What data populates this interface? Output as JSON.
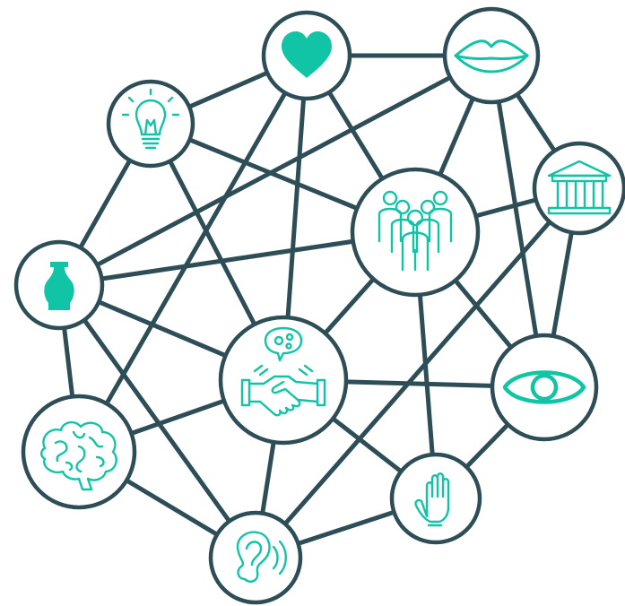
{
  "nodes": [
    {
      "id": "heart",
      "icon": "heart-icon"
    },
    {
      "id": "lips",
      "icon": "lips-icon"
    },
    {
      "id": "bulb",
      "icon": "lightbulb-icon"
    },
    {
      "id": "temple",
      "icon": "temple-icon"
    },
    {
      "id": "people",
      "icon": "people-group-icon"
    },
    {
      "id": "vase",
      "icon": "vase-icon"
    },
    {
      "id": "handshake",
      "icon": "handshake-icon"
    },
    {
      "id": "eye",
      "icon": "eye-icon"
    },
    {
      "id": "brain",
      "icon": "brain-icon"
    },
    {
      "id": "hand",
      "icon": "hand-icon"
    },
    {
      "id": "ear",
      "icon": "ear-icon"
    }
  ],
  "edges": [
    [
      "heart",
      "lips"
    ],
    [
      "heart",
      "bulb"
    ],
    [
      "heart",
      "people"
    ],
    [
      "heart",
      "handshake"
    ],
    [
      "heart",
      "brain"
    ],
    [
      "lips",
      "temple"
    ],
    [
      "lips",
      "people"
    ],
    [
      "lips",
      "vase"
    ],
    [
      "lips",
      "eye"
    ],
    [
      "bulb",
      "vase"
    ],
    [
      "bulb",
      "people"
    ],
    [
      "bulb",
      "handshake"
    ],
    [
      "temple",
      "people"
    ],
    [
      "temple",
      "eye"
    ],
    [
      "temple",
      "ear"
    ],
    [
      "people",
      "vase"
    ],
    [
      "people",
      "handshake"
    ],
    [
      "people",
      "eye"
    ],
    [
      "people",
      "hand"
    ],
    [
      "vase",
      "brain"
    ],
    [
      "vase",
      "handshake"
    ],
    [
      "vase",
      "ear"
    ],
    [
      "handshake",
      "eye"
    ],
    [
      "handshake",
      "brain"
    ],
    [
      "handshake",
      "ear"
    ],
    [
      "handshake",
      "hand"
    ],
    [
      "eye",
      "hand"
    ],
    [
      "brain",
      "ear"
    ],
    [
      "ear",
      "hand"
    ]
  ],
  "colors": {
    "accent": "#12c4a6",
    "line": "#2e4e57",
    "background": "#ffffff"
  }
}
